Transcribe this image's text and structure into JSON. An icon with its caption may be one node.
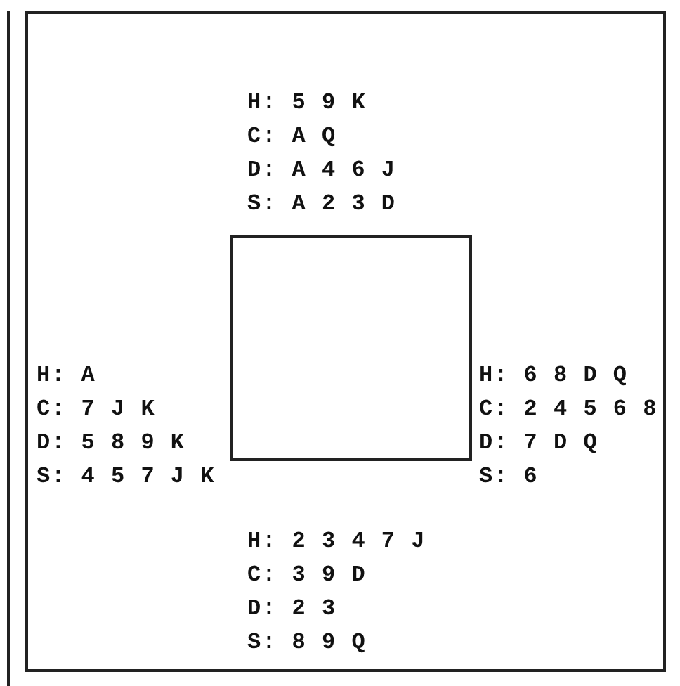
{
  "diagram": {
    "nodes": [
      {
        "text": [],
        "shape": "box"
      }
    ],
    "labels": [
      "H: 5 9 K",
      "C: A Q",
      "D: A 4 6 J",
      "S: A 2 3 D",
      "H: A",
      "C: 7 J K",
      "D: 5 8 9 K",
      "S: 4 5 7 J K",
      "H: 6 8 D Q",
      "C: 2 4 5 6 8",
      "D: 7 D Q",
      "S: 6",
      "H: 2 3 4 7 J",
      "C: 3 9 D",
      "D: 2 3",
      "S: 8 9 Q"
    ]
  }
}
